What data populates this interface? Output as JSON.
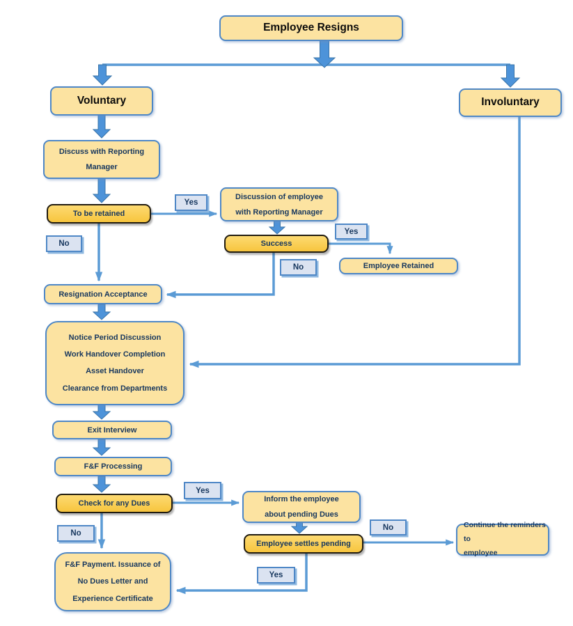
{
  "flowchart": {
    "title": "Employee Resigns",
    "nodes": {
      "employee_resigns": "Employee Resigns",
      "voluntary": "Voluntary",
      "involuntary": "Involuntary",
      "discuss_manager": "Discuss with Reporting\nManager",
      "to_be_retained": "To be retained",
      "discussion_employee": "Discussion of employee\nwith Reporting Manager",
      "success": "Success",
      "employee_retained": "Employee Retained",
      "resignation_acceptance": "Resignation Acceptance",
      "process_steps": [
        "Notice Period Discussion",
        "Work Handover Completion",
        "Asset Handover",
        "Clearance from Departments"
      ],
      "exit_interview": "Exit Interview",
      "ff_processing": "F&F Processing",
      "check_for_dues": "Check for any Dues",
      "inform_employee": "Inform the employee\nabout pending Dues",
      "employee_settles": "Employee settles pending",
      "continue_reminders": "Continue the reminders to\nemployee",
      "ff_payment": "F&F Payment. Issuance of\nNo Dues Letter and\nExperience Certificate"
    },
    "edge_labels": {
      "yes": "Yes",
      "no": "No"
    },
    "edges": [
      {
        "from": "employee_resigns",
        "to": "voluntary"
      },
      {
        "from": "employee_resigns",
        "to": "involuntary"
      },
      {
        "from": "voluntary",
        "to": "discuss_manager"
      },
      {
        "from": "discuss_manager",
        "to": "to_be_retained"
      },
      {
        "from": "to_be_retained",
        "to": "discussion_employee",
        "label": "Yes"
      },
      {
        "from": "to_be_retained",
        "to": "resignation_acceptance",
        "label": "No"
      },
      {
        "from": "discussion_employee",
        "to": "success"
      },
      {
        "from": "success",
        "to": "employee_retained",
        "label": "Yes"
      },
      {
        "from": "success",
        "to": "resignation_acceptance",
        "label": "No"
      },
      {
        "from": "resignation_acceptance",
        "to": "process_steps"
      },
      {
        "from": "involuntary",
        "to": "process_steps"
      },
      {
        "from": "process_steps",
        "to": "exit_interview"
      },
      {
        "from": "exit_interview",
        "to": "ff_processing"
      },
      {
        "from": "ff_processing",
        "to": "check_for_dues"
      },
      {
        "from": "check_for_dues",
        "to": "inform_employee",
        "label": "Yes"
      },
      {
        "from": "check_for_dues",
        "to": "ff_payment",
        "label": "No"
      },
      {
        "from": "inform_employee",
        "to": "employee_settles"
      },
      {
        "from": "employee_settles",
        "to": "continue_reminders",
        "label": "No"
      },
      {
        "from": "employee_settles",
        "to": "ff_payment",
        "label": "Yes"
      }
    ],
    "colors": {
      "box_fill": "#FCE3A1",
      "box_border": "#4E87C6",
      "decision_fill": "#F9CB4F",
      "decision_border": "#201B10",
      "chip_fill": "#DBE3F1",
      "arrow": "#5B9BD5",
      "block_arrow_fill": "#4D93D9",
      "text": "#17375E"
    }
  }
}
